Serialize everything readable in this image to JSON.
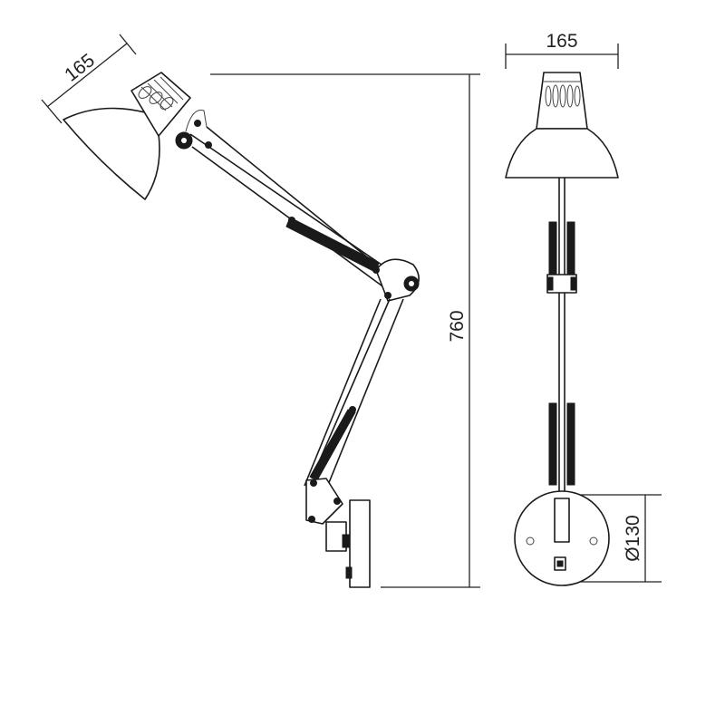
{
  "dimensions": {
    "shade_diameter_side": "165",
    "shade_diameter_front": "165",
    "total_height": "760",
    "base_diameter": "Ø130"
  },
  "colors": {
    "line": "#222222",
    "background": "#ffffff"
  }
}
